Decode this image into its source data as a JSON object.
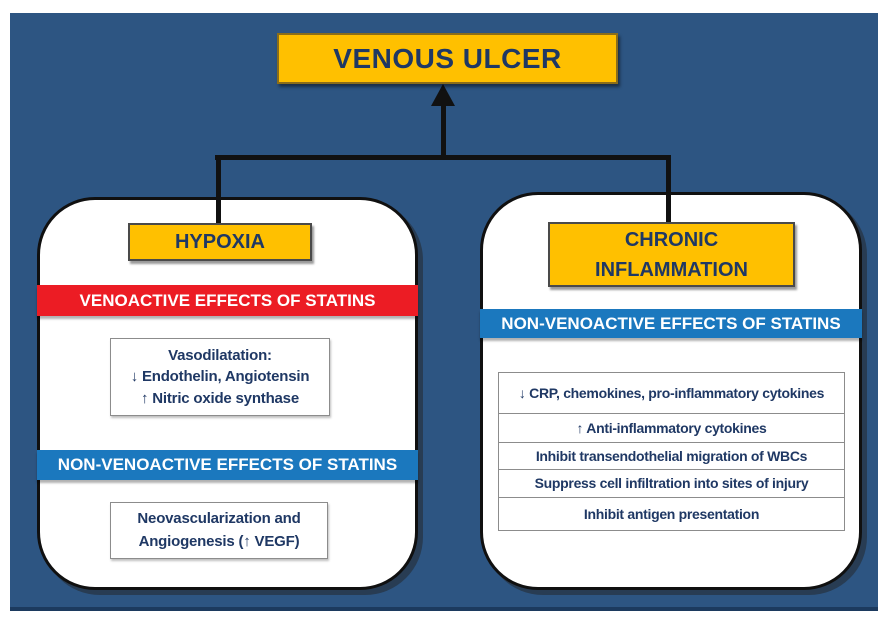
{
  "title": {
    "label": "VENOUS ULCER"
  },
  "colors": {
    "background": "#2D5582",
    "page_margin": "#FFFFFF",
    "gold": "#FFC000",
    "red_banner": "#EC1C24",
    "blue_banner": "#1B78BE",
    "navy_text": "#1F3864",
    "line_black": "#111111"
  },
  "left_panel": {
    "heading": "HYPOXIA",
    "red_banner": "VENOACTIVE EFFECTS OF STATINS",
    "venoactive_box_lines": [
      "Vasodilatation:",
      "↓ Endothelin, Angiotensin",
      "↑ Nitric oxide synthase"
    ],
    "blue_banner": "NON-VENOACTIVE EFFECTS OF STATINS",
    "nonvenoactive_box": "Neovascularization and Angiogenesis (↑ VEGF)"
  },
  "right_panel": {
    "heading_lines": [
      "CHRONIC",
      "INFLAMMATION"
    ],
    "blue_banner": "NON-VENOACTIVE EFFECTS OF STATINS",
    "effects": [
      "↓ CRP, chemokines, pro-inflammatory cytokines",
      "↑ Anti-inflammatory cytokines",
      "Inhibit transendothelial migration of WBCs",
      "Suppress cell infiltration into sites of injury",
      "Inhibit antigen presentation"
    ]
  }
}
